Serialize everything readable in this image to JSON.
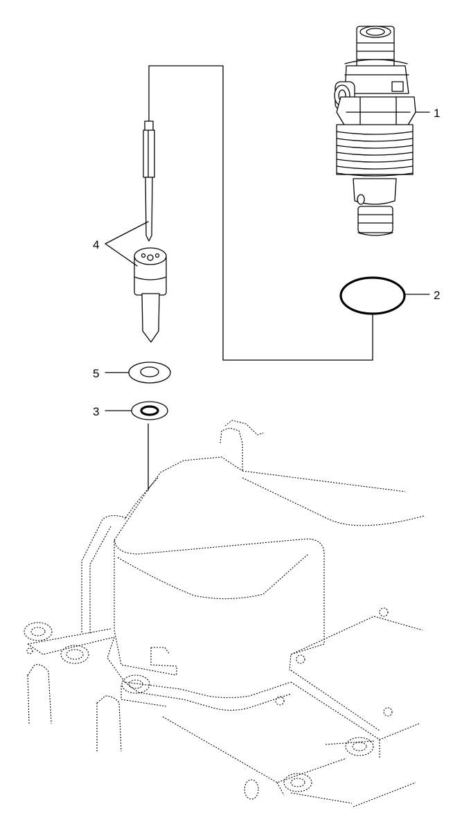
{
  "callouts": [
    {
      "id": "injector",
      "number": "1"
    },
    {
      "id": "o-ring",
      "number": "2"
    },
    {
      "id": "washer-lower",
      "number": "3"
    },
    {
      "id": "nozzle-set",
      "number": "4"
    },
    {
      "id": "washer-upper",
      "number": "5"
    }
  ]
}
